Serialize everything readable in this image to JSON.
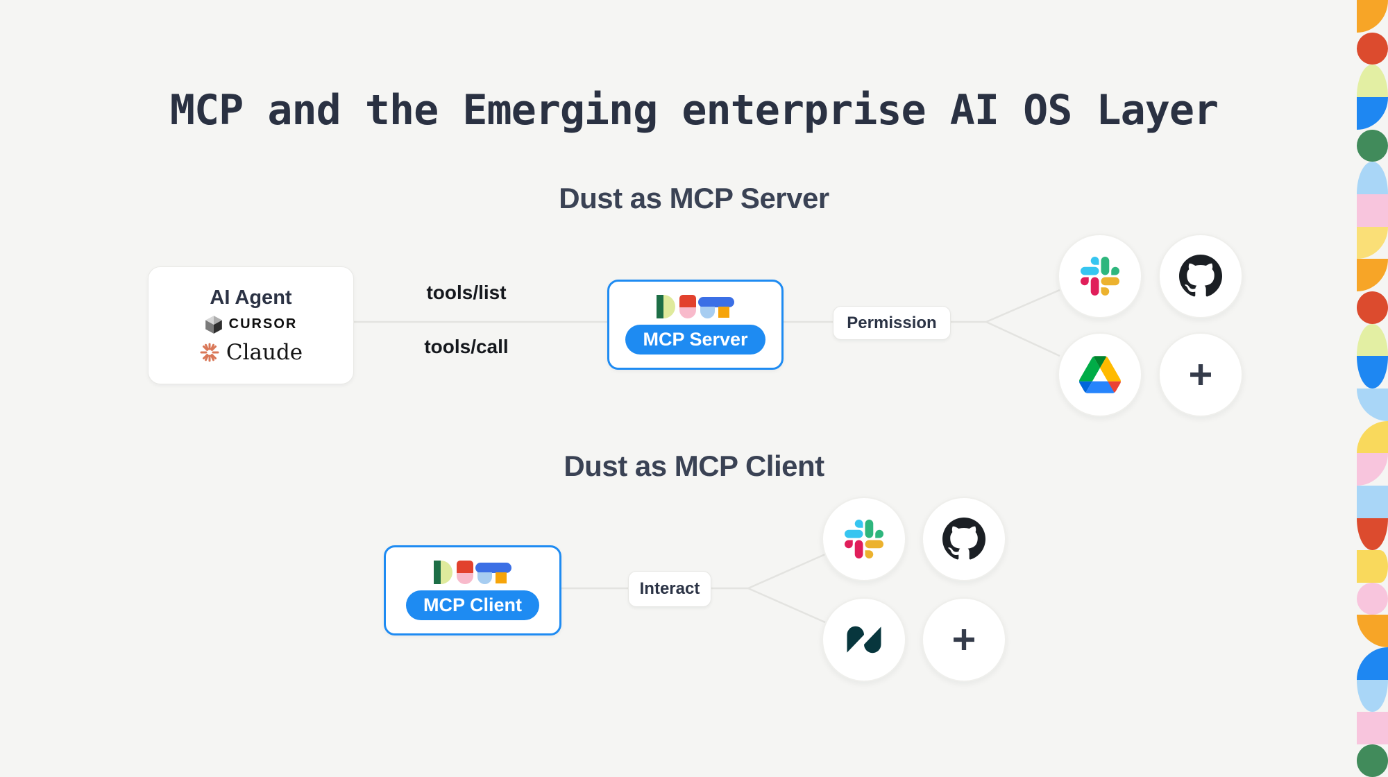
{
  "title": "MCP and the Emerging enterprise AI OS Layer",
  "sections": {
    "server": {
      "heading": "Dust as MCP Server",
      "agent": {
        "title": "AI Agent",
        "cursor_label": "CURSOR",
        "claude_label": "Claude"
      },
      "edge_labels": {
        "top": "tools/list",
        "bottom": "tools/call"
      },
      "pill": "MCP Server",
      "gate": "Permission",
      "integrations": [
        "slack",
        "github",
        "google-drive",
        "add"
      ]
    },
    "client": {
      "heading": "Dust as MCP Client",
      "pill": "MCP Client",
      "gate": "Interact",
      "integrations": [
        "slack",
        "github",
        "zendesk",
        "add"
      ]
    }
  },
  "colors": {
    "background": "#F5F5F3",
    "accent_blue": "#1E8BF2",
    "navy_text": "#2A3142",
    "connector_line": "#E3E3E0",
    "claude_coral": "#D97757",
    "zendesk_teal": "#07363D",
    "github_black": "#1B1F24",
    "slack_red": "#E01E5A",
    "slack_blue": "#36C5F0",
    "slack_green": "#2EB67D",
    "slack_yellow": "#ECB22E",
    "orange": "#F7A527",
    "red": "#DC4B2E",
    "lime": "#E3EFA3",
    "blue": "#1E87F2",
    "green": "#418B5B",
    "skyblue": "#A9D6F7",
    "pink": "#F8C5DD",
    "paleyellow": "#FADF77",
    "yellow": "#F9D95C"
  },
  "deco_strip": [
    {
      "color": "orange",
      "shape": "quarter-br"
    },
    {
      "color": "red",
      "shape": "circle"
    },
    {
      "color": "lime",
      "shape": "half-up"
    },
    {
      "color": "blue",
      "shape": "quarter-br"
    },
    {
      "color": "green",
      "shape": "circle"
    },
    {
      "color": "skyblue",
      "shape": "half-up"
    },
    {
      "color": "pink",
      "shape": "square"
    },
    {
      "color": "paleyellow",
      "shape": "quarter-br"
    },
    {
      "color": "orange",
      "shape": "quarter-br"
    },
    {
      "color": "red",
      "shape": "circle"
    },
    {
      "color": "lime",
      "shape": "half-up"
    },
    {
      "color": "blue",
      "shape": "half-down"
    },
    {
      "color": "skyblue",
      "shape": "quarter-bl"
    },
    {
      "color": "yellow",
      "shape": "quarter-tl"
    },
    {
      "color": "pink",
      "shape": "quarter-br"
    },
    {
      "color": "skyblue",
      "shape": "square"
    },
    {
      "color": "red",
      "shape": "half-down"
    },
    {
      "color": "yellow",
      "shape": "half-right"
    },
    {
      "color": "pink",
      "shape": "circle"
    },
    {
      "color": "orange",
      "shape": "quarter-bl"
    },
    {
      "color": "blue",
      "shape": "quarter-tl"
    },
    {
      "color": "skyblue",
      "shape": "half-down"
    },
    {
      "color": "pink",
      "shape": "square"
    },
    {
      "color": "green",
      "shape": "circle"
    }
  ]
}
